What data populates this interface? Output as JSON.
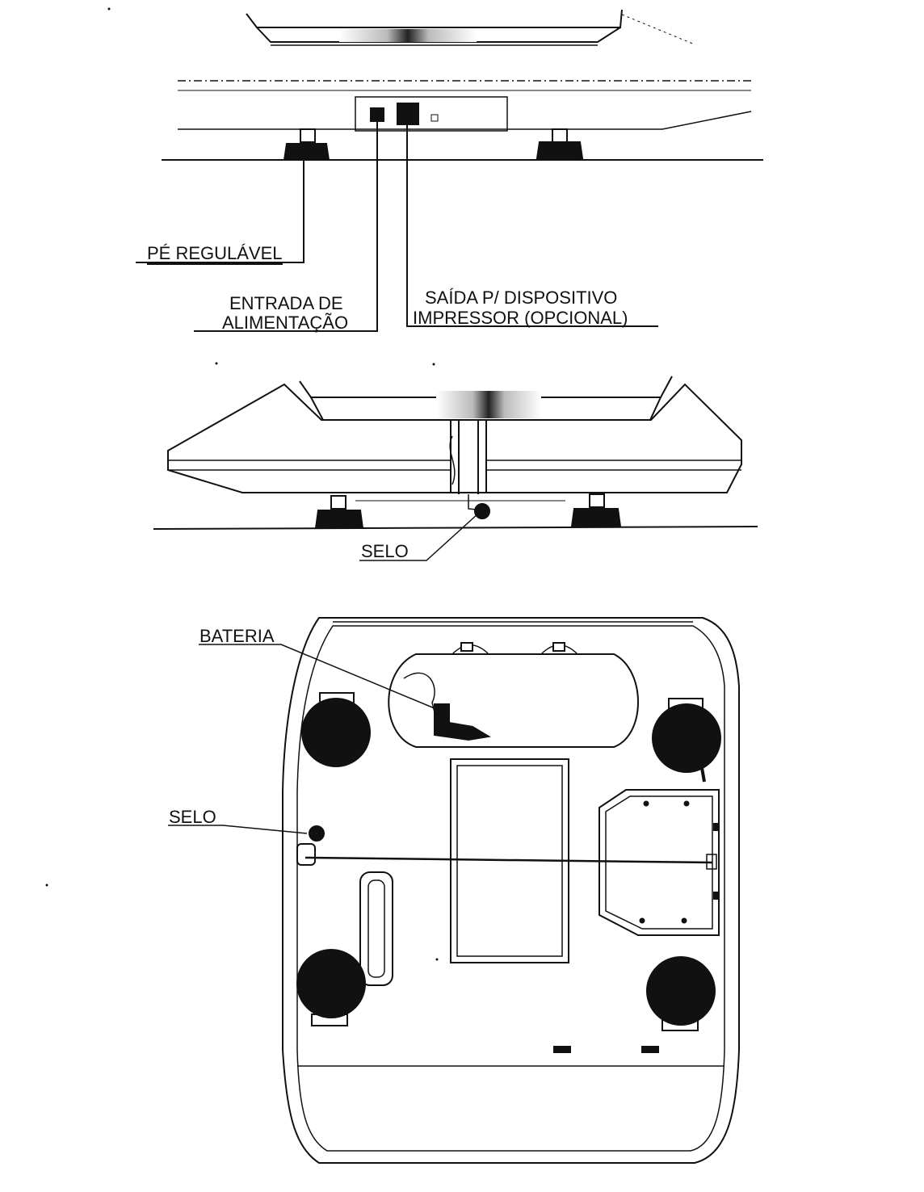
{
  "labels": {
    "pe_regulavel": "PÉ REGULÁVEL",
    "entrada_line1": "ENTRADA DE",
    "entrada_line2": "ALIMENTAÇÃO",
    "saida_line1": "SAÍDA P/ DISPOSITIVO",
    "saida_line2": "IMPRESSOR (OPCIONAL)",
    "selo_side": "SELO",
    "bateria": "BATERIA",
    "selo_bottom": "SELO"
  },
  "colors": {
    "ink": "#111111",
    "paper": "#ffffff",
    "shade": "#555555"
  }
}
